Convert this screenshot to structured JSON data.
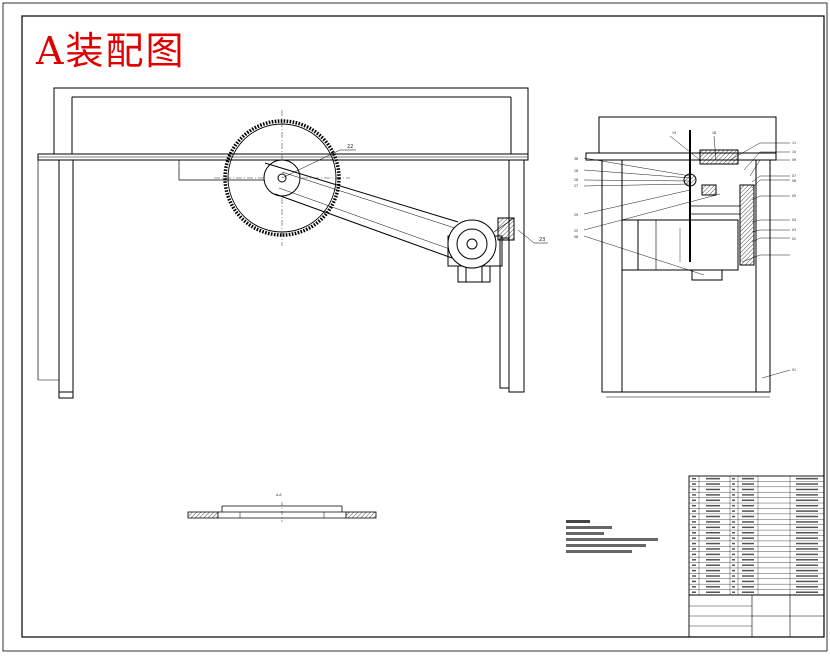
{
  "drawing": {
    "title": "A装配图",
    "colors": {
      "line": "#000000",
      "title": "#e00000",
      "paper": "#ffffff"
    }
  },
  "callouts": {
    "main_view": [
      "22",
      "23"
    ],
    "side_view": [
      "19",
      "18",
      "36",
      "28",
      "26",
      "27",
      "29",
      "25",
      "08",
      "11",
      "10",
      "09",
      "07",
      "06",
      "05",
      "04",
      "03",
      "02",
      "01"
    ]
  },
  "section": {
    "label": "A-A"
  }
}
